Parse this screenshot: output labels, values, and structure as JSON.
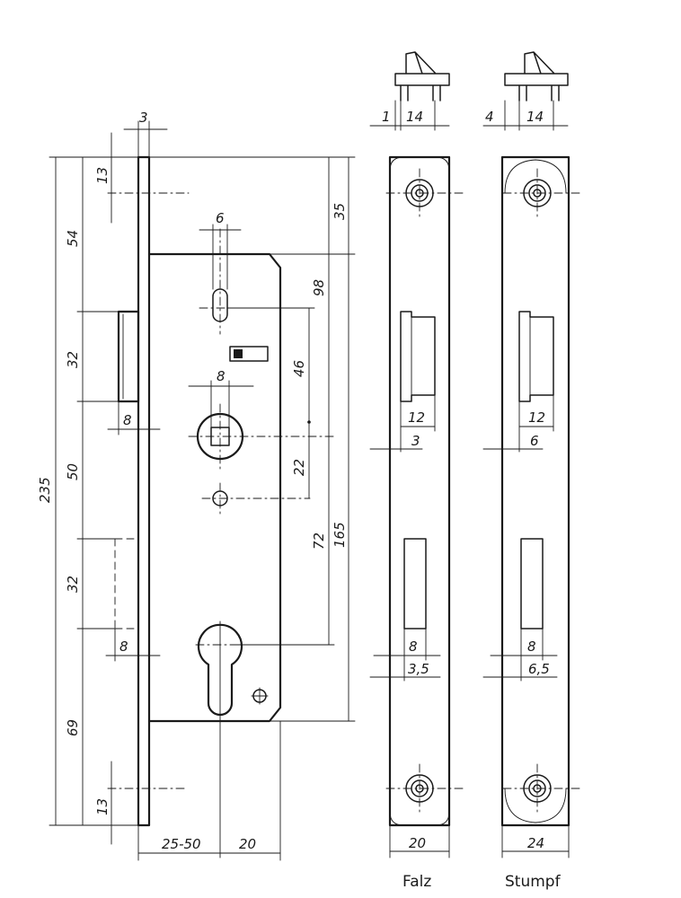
{
  "main_view": {
    "dims": {
      "faceplate_thickness": "3",
      "top_to_screw": "13",
      "top_to_latch": "54",
      "latch_height": "32",
      "latch_to_bolt": "50",
      "bolt_height": "32",
      "bolt_to_bottom": "69",
      "bottom_screw": "13",
      "total_height": "235",
      "latch_projection": "8",
      "bolt_projection": "8",
      "slot_width": "6",
      "spindle_width": "8",
      "top_to_case": "35",
      "case_to_spindle": "98",
      "slot_to_spindle": "46",
      "spindle_to_pin": "22",
      "spindle_to_cylinder": "72",
      "case_height": "165",
      "backset": "25-50",
      "cylinder_offset": "20"
    }
  },
  "views": [
    {
      "caption": "Falz",
      "top_offset": "1",
      "top_width": "14",
      "latch_width": "12",
      "latch_offset": "3",
      "bolt_width": "8",
      "bolt_offset": "3,5",
      "plate_width": "20"
    },
    {
      "caption": "Stumpf",
      "top_offset": "4",
      "top_width": "14",
      "latch_width": "12",
      "latch_offset": "6",
      "bolt_width": "8",
      "bolt_offset": "6,5",
      "plate_width": "24"
    }
  ]
}
